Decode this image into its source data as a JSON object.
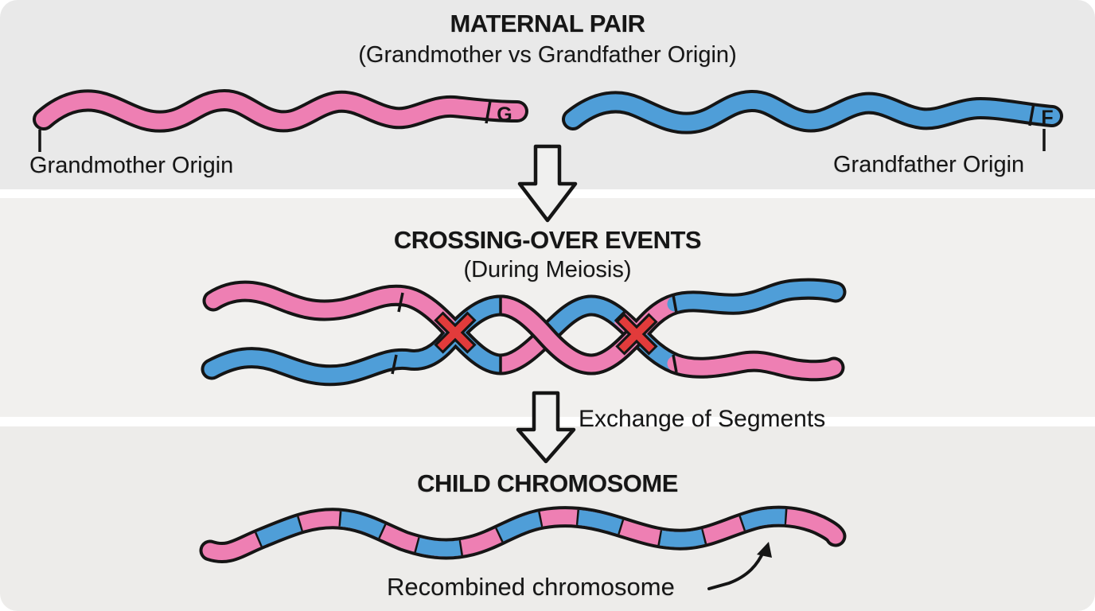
{
  "maternal": {
    "title": "MATERNAL PAIR",
    "subtitle": "(Grandmother vs Grandfather Origin)",
    "grandmother_label": "Grandmother Origin",
    "grandfather_label": "Grandfather Origin",
    "g_marker": "G",
    "f_marker": "F"
  },
  "crossing": {
    "title": "CROSSING-OVER EVENTS",
    "subtitle": "(During Meiosis)"
  },
  "exchange": {
    "label": "Exchange of Segments"
  },
  "child": {
    "title": "CHILD CHROMOSOME",
    "recombined_label": "Recombined chromosome"
  },
  "colors": {
    "grandmother_pink": "#ee7fb3",
    "grandfather_blue": "#4f9ed8",
    "crossover_red": "#e23b3b",
    "ink": "#151515",
    "arrow_fill": "#f0f0ef"
  }
}
